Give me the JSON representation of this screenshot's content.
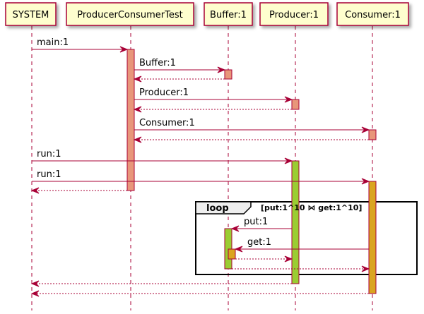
{
  "colors": {
    "participant_fill": "#FEFECE",
    "line": "#A80036",
    "act_default": "#E8967A",
    "act_green": "#9ACD32",
    "act_orange": "#DAA520",
    "frame": "#000000",
    "frame_tab": "#EEEEEE"
  },
  "participants": [
    "SYSTEM",
    "ProducerConsumerTest",
    "Buffer:1",
    "Producer:1",
    "Consumer:1"
  ],
  "messages": [
    {
      "from": 0,
      "to": 1,
      "label": "main:1",
      "type": "sync"
    },
    {
      "from": 1,
      "to": 2,
      "label": "Buffer:1",
      "type": "sync"
    },
    {
      "from": 2,
      "to": 1,
      "label": "",
      "type": "return"
    },
    {
      "from": 1,
      "to": 3,
      "label": "Producer:1",
      "type": "sync"
    },
    {
      "from": 3,
      "to": 1,
      "label": "",
      "type": "return"
    },
    {
      "from": 1,
      "to": 4,
      "label": "Consumer:1",
      "type": "sync"
    },
    {
      "from": 4,
      "to": 1,
      "label": "",
      "type": "return"
    },
    {
      "from": 0,
      "to": 3,
      "label": "run:1",
      "type": "sync"
    },
    {
      "from": 0,
      "to": 4,
      "label": "run:1",
      "type": "sync"
    },
    {
      "from": 1,
      "to": 0,
      "label": "",
      "type": "return"
    },
    {
      "from": 3,
      "to": 2,
      "label": "put:1",
      "type": "sync"
    },
    {
      "from": 4,
      "to": 2,
      "label": "get:1",
      "type": "sync"
    },
    {
      "from": 2,
      "to": 3,
      "label": "",
      "type": "return"
    },
    {
      "from": 2,
      "to": 4,
      "label": "",
      "type": "return"
    },
    {
      "from": 3,
      "to": 0,
      "label": "",
      "type": "return"
    },
    {
      "from": 4,
      "to": 0,
      "label": "",
      "type": "return"
    }
  ],
  "loop": {
    "label": "loop",
    "condition": "[put:1^10 ⋈  get:1^10]"
  }
}
